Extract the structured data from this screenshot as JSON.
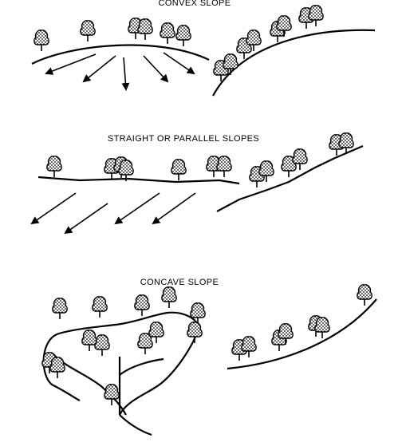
{
  "captions": {
    "convex": "CONVEX SLOPE",
    "straight": "STRAIGHT OR PARALLEL SLOPES",
    "concave": "CONCAVE SLOPE"
  },
  "colors": {
    "ink": "#000000",
    "foliage_fill": "#cfcfcf",
    "background": "#ffffff"
  },
  "icons": {
    "tree": "tree-icon",
    "arrow": "arrow-icon"
  }
}
